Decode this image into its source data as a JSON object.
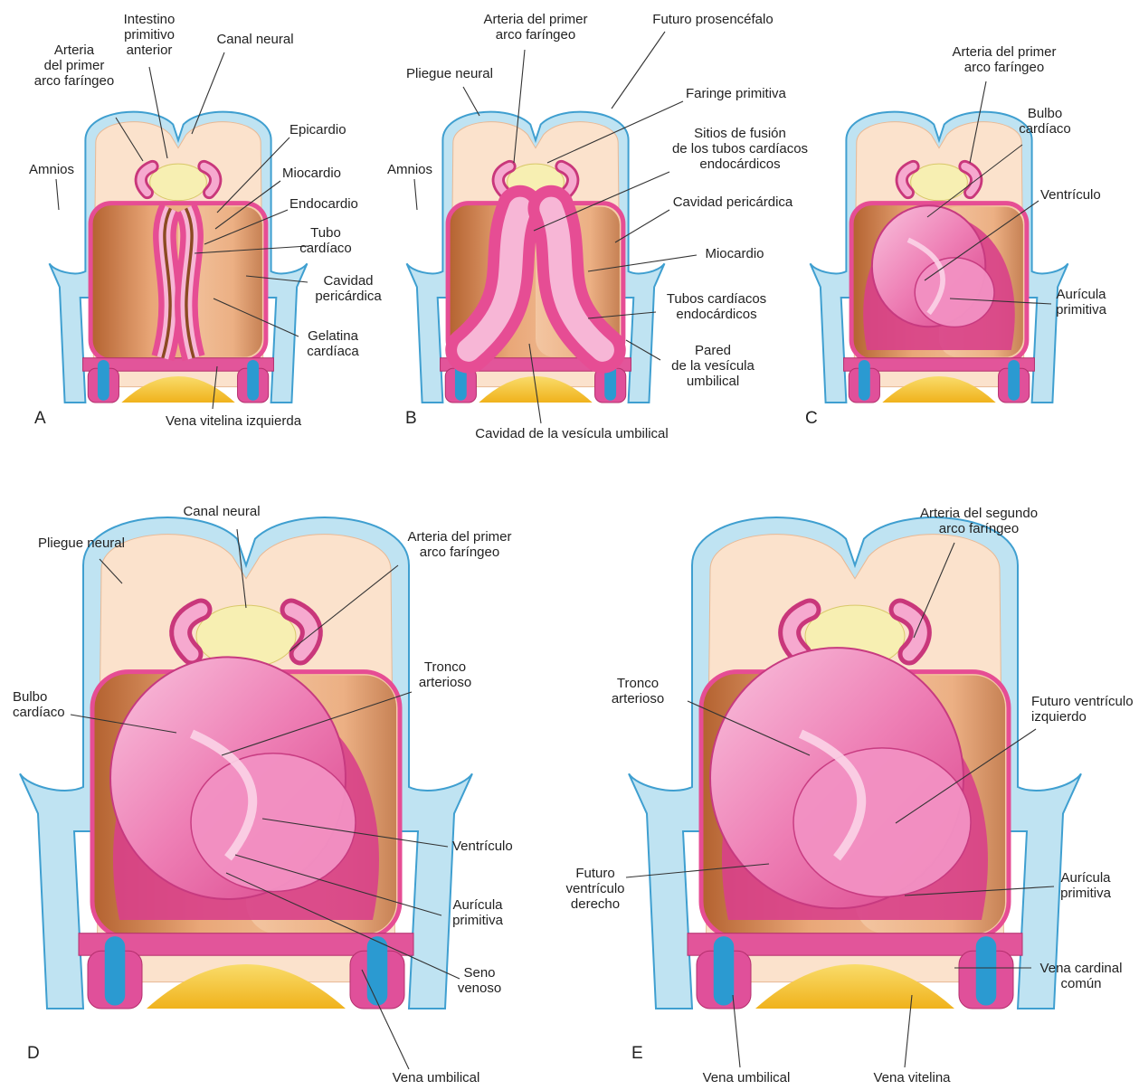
{
  "colors": {
    "ectoderm_blue": "#bfe3f2",
    "ectoderm_outline": "#3f9fd0",
    "mesoderm_peach": "#fbe2cc",
    "endoderm_yellow": "#f7efb2",
    "cardiac_pink": "#e64d94",
    "cardiac_light": "#f7b6d6",
    "pericardial_brown": "#c9763f",
    "yolk_sac_gold": "#f6c633",
    "vein_blue": "#2b9ad1"
  },
  "panels": [
    {
      "letter": "A",
      "labels": [
        {
          "key": "intestino",
          "lines": [
            "Intestino",
            "primitivo",
            "anterior"
          ]
        },
        {
          "key": "canal",
          "lines": [
            "Canal neural"
          ]
        },
        {
          "key": "arteria",
          "lines": [
            "Arteria",
            "del primer",
            "arco faríngeo"
          ]
        },
        {
          "key": "epicardio",
          "lines": [
            "Epicardio"
          ]
        },
        {
          "key": "amnios",
          "lines": [
            "Amnios"
          ]
        },
        {
          "key": "miocardio",
          "lines": [
            "Miocardio"
          ]
        },
        {
          "key": "endocardio",
          "lines": [
            "Endocardio"
          ]
        },
        {
          "key": "tubo",
          "lines": [
            "Tubo",
            "cardíaco"
          ]
        },
        {
          "key": "cavidad",
          "lines": [
            "Cavidad",
            "pericárdica"
          ]
        },
        {
          "key": "gelatina",
          "lines": [
            "Gelatina",
            "cardíaca"
          ]
        },
        {
          "key": "vena",
          "lines": [
            "Vena vitelina izquierda"
          ]
        }
      ]
    },
    {
      "letter": "B",
      "labels": [
        {
          "key": "arteria",
          "lines": [
            "Arteria del primer",
            "arco faríngeo"
          ]
        },
        {
          "key": "futuro",
          "lines": [
            "Futuro prosencéfalo"
          ]
        },
        {
          "key": "pliegue",
          "lines": [
            "Pliegue neural"
          ]
        },
        {
          "key": "faringe",
          "lines": [
            "Faringe primitiva"
          ]
        },
        {
          "key": "sitios",
          "lines": [
            "Sitios de fusión",
            "de los tubos cardíacos",
            "endocárdicos"
          ]
        },
        {
          "key": "amnios",
          "lines": [
            "Amnios"
          ]
        },
        {
          "key": "cavidad",
          "lines": [
            "Cavidad pericárdica"
          ]
        },
        {
          "key": "miocardio",
          "lines": [
            "Miocardio"
          ]
        },
        {
          "key": "tubos",
          "lines": [
            "Tubos cardíacos",
            "endocárdicos"
          ]
        },
        {
          "key": "pared",
          "lines": [
            "Pared",
            "de la vesícula",
            "umbilical"
          ]
        },
        {
          "key": "cavves",
          "lines": [
            "Cavidad de la vesícula umbilical"
          ]
        }
      ]
    },
    {
      "letter": "C",
      "labels": [
        {
          "key": "arteria",
          "lines": [
            "Arteria del primer",
            "arco faríngeo"
          ]
        },
        {
          "key": "bulbo",
          "lines": [
            "Bulbo",
            "cardíaco"
          ]
        },
        {
          "key": "ventriculo",
          "lines": [
            "Ventrículo"
          ]
        },
        {
          "key": "auricula",
          "lines": [
            "Aurícula",
            "primitiva"
          ]
        }
      ]
    },
    {
      "letter": "D",
      "labels": [
        {
          "key": "canal",
          "lines": [
            "Canal neural"
          ]
        },
        {
          "key": "pliegue",
          "lines": [
            "Pliegue neural"
          ]
        },
        {
          "key": "arteria",
          "lines": [
            "Arteria del primer",
            "arco faríngeo"
          ]
        },
        {
          "key": "bulbo",
          "lines": [
            "Bulbo",
            "cardíaco"
          ]
        },
        {
          "key": "tronco",
          "lines": [
            "Tronco",
            "arterioso"
          ]
        },
        {
          "key": "ventriculo",
          "lines": [
            "Ventrículo"
          ]
        },
        {
          "key": "auricula",
          "lines": [
            "Aurícula",
            "primitiva"
          ]
        },
        {
          "key": "seno",
          "lines": [
            "Seno",
            "venoso"
          ]
        },
        {
          "key": "vena",
          "lines": [
            "Vena umbilical"
          ]
        }
      ]
    },
    {
      "letter": "E",
      "labels": [
        {
          "key": "arteria",
          "lines": [
            "Arteria del segundo",
            "arco faríngeo"
          ]
        },
        {
          "key": "tronco",
          "lines": [
            "Tronco",
            "arterioso"
          ]
        },
        {
          "key": "futuroizq",
          "lines": [
            "Futuro ventrículo",
            "izquierdo"
          ]
        },
        {
          "key": "futuroder",
          "lines": [
            "Futuro",
            "ventrículo",
            "derecho"
          ]
        },
        {
          "key": "auricula",
          "lines": [
            "Aurícula",
            "primitiva"
          ]
        },
        {
          "key": "cardinal",
          "lines": [
            "Vena cardinal",
            "común"
          ]
        },
        {
          "key": "umbilical",
          "lines": [
            "Vena umbilical"
          ]
        },
        {
          "key": "vitelina",
          "lines": [
            "Vena vitelina"
          ]
        }
      ]
    }
  ]
}
